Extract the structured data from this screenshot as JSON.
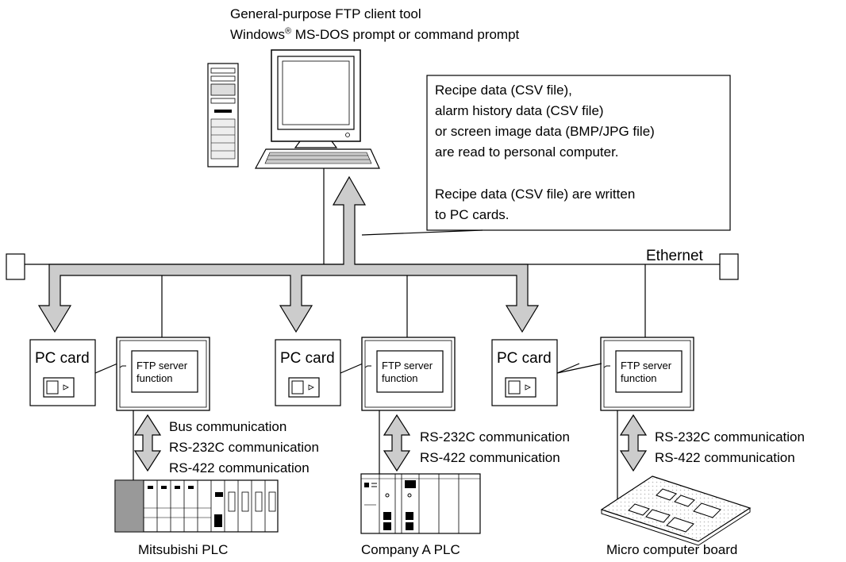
{
  "pc": {
    "line1": "General-purpose FTP client tool",
    "line2_brand": "Windows",
    "line2_reg": "®",
    "line2_rest": " MS-DOS prompt or command prompt"
  },
  "callout": {
    "read_lines": [
      "Recipe data (CSV file),",
      "alarm history data (CSV file)",
      "or screen image data (BMP/JPG file)",
      "are read to personal computer."
    ],
    "write_lines": [
      "Recipe data (CSV file) are written",
      "to PC cards."
    ]
  },
  "network": {
    "label": "Ethernet"
  },
  "stations": [
    {
      "pc_card_label": "PC card",
      "server_lines": [
        "FTP server",
        "function"
      ],
      "comm_lines": [
        "Bus communication",
        "RS-232C communication",
        "RS-422 communication"
      ],
      "device_label": "Mitsubishi  PLC"
    },
    {
      "pc_card_label": "PC card",
      "server_lines": [
        "FTP server",
        "function"
      ],
      "comm_lines": [
        "RS-232C communication",
        "RS-422 communication"
      ],
      "device_label": "Company A PLC"
    },
    {
      "pc_card_label": "PC card",
      "server_lines": [
        "FTP server",
        "function"
      ],
      "comm_lines": [
        "RS-232C communication",
        "RS-422 communication"
      ],
      "device_label": "Micro computer board"
    }
  ]
}
